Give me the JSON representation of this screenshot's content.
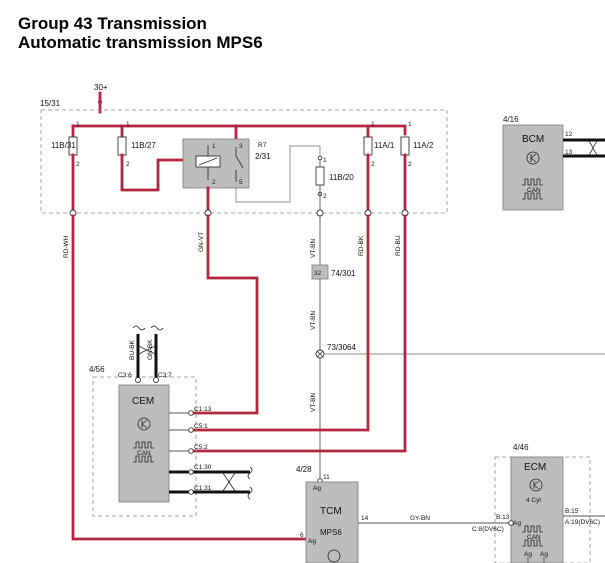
{
  "title": {
    "line1": "Group 43 Transmission",
    "line2": "Automatic transmission MPS6"
  },
  "supply": {
    "label": "30+"
  },
  "fuse_box": {
    "label": "15/31",
    "fuses": [
      {
        "name": "11B/31",
        "pin_top": "1",
        "pin_bottom": "2"
      },
      {
        "name": "11B/27",
        "pin_top": "1",
        "pin_bottom": "2"
      },
      {
        "name": "11A/1",
        "pin_top": "1",
        "pin_bottom": "2"
      },
      {
        "name": "11A/2",
        "pin_top": "1",
        "pin_bottom": "2"
      },
      {
        "name": "11B/20",
        "pin_top": "1",
        "pin_bottom": "2"
      }
    ],
    "relay": {
      "name": "R7",
      "ref": "2/31",
      "pins": [
        "1",
        "3",
        "2",
        "5"
      ]
    }
  },
  "wire_colors": {
    "rd_wh": "RD-WH",
    "gn_vt": "GN-VT",
    "vt_bn_1": "VT-BN",
    "rd_bk": "RD-BK",
    "rd_bu": "RD-BU",
    "vt_bn_2": "VT-BN",
    "vt_bn_3": "VT-BN",
    "bu_bk": "BU-BK",
    "gn_bk": "GN-BK",
    "gy_bn": "GY-BN"
  },
  "connectors": {
    "c74": {
      "pin": "32",
      "label": "74/301"
    },
    "splice": "73/3064"
  },
  "bcm": {
    "ref": "4/16",
    "name": "BCM",
    "pin_a": "12",
    "pin_b": "13",
    "bus": "CAN"
  },
  "cem": {
    "ref": "4/56",
    "name": "CEM",
    "bus": "CAN",
    "top_pins": [
      "C3:6",
      "C3:7"
    ],
    "side_pins": [
      "C1:13",
      "C5:1",
      "C5:2",
      "C1:30",
      "C1:31"
    ]
  },
  "tcm": {
    "ref": "4/28",
    "name": "TCM",
    "sub": "MPS6",
    "pin_top": "11",
    "pin_top_sub": "Ag",
    "pin_left": "6",
    "pin_left_sub": "Ag",
    "pin_right": "14"
  },
  "ecm": {
    "ref": "4/46",
    "name": "ECM",
    "sub": "4 Cyl",
    "bus": "CAN",
    "pin_left": "B:13",
    "pin_left_sub": "Ag",
    "pin_left_alt": "C:8(DV6C)",
    "pin_right": "B:15",
    "pin_right_alt": "A:19(DV6C)",
    "bottom_pins": [
      "Ag",
      "Ag"
    ]
  },
  "colors": {
    "power_wire": "#b5253f",
    "module_fill": "#bdbdbd"
  }
}
